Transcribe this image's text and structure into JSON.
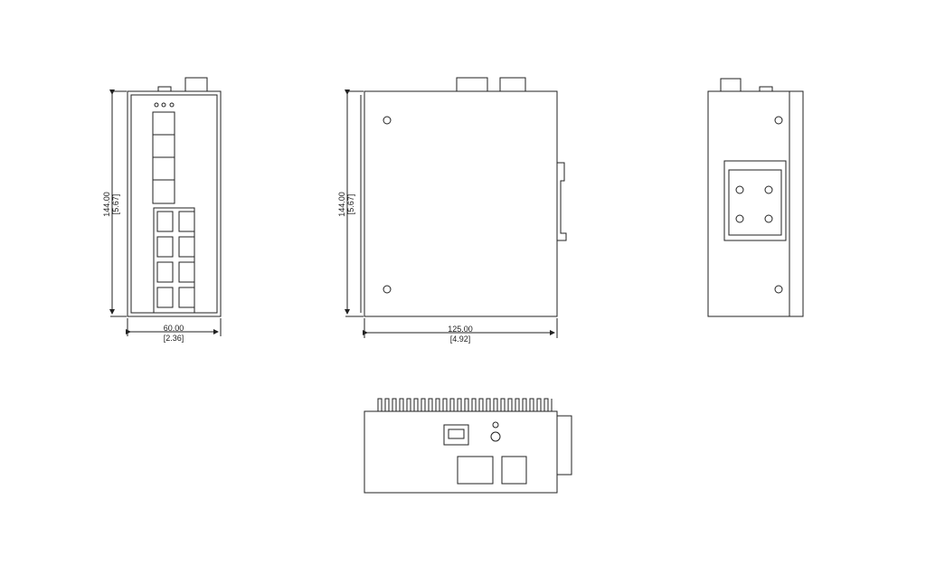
{
  "front_view": {
    "height_mm": "144.00",
    "height_in": "[5.67]",
    "width_mm": "60.00",
    "width_in": "[2.36]"
  },
  "side_view": {
    "height_mm": "144.00",
    "height_in": "[5.67]",
    "depth_mm": "125.00",
    "depth_in": "[4.92]"
  },
  "colors": {
    "line": "#222222",
    "background": "#ffffff"
  }
}
